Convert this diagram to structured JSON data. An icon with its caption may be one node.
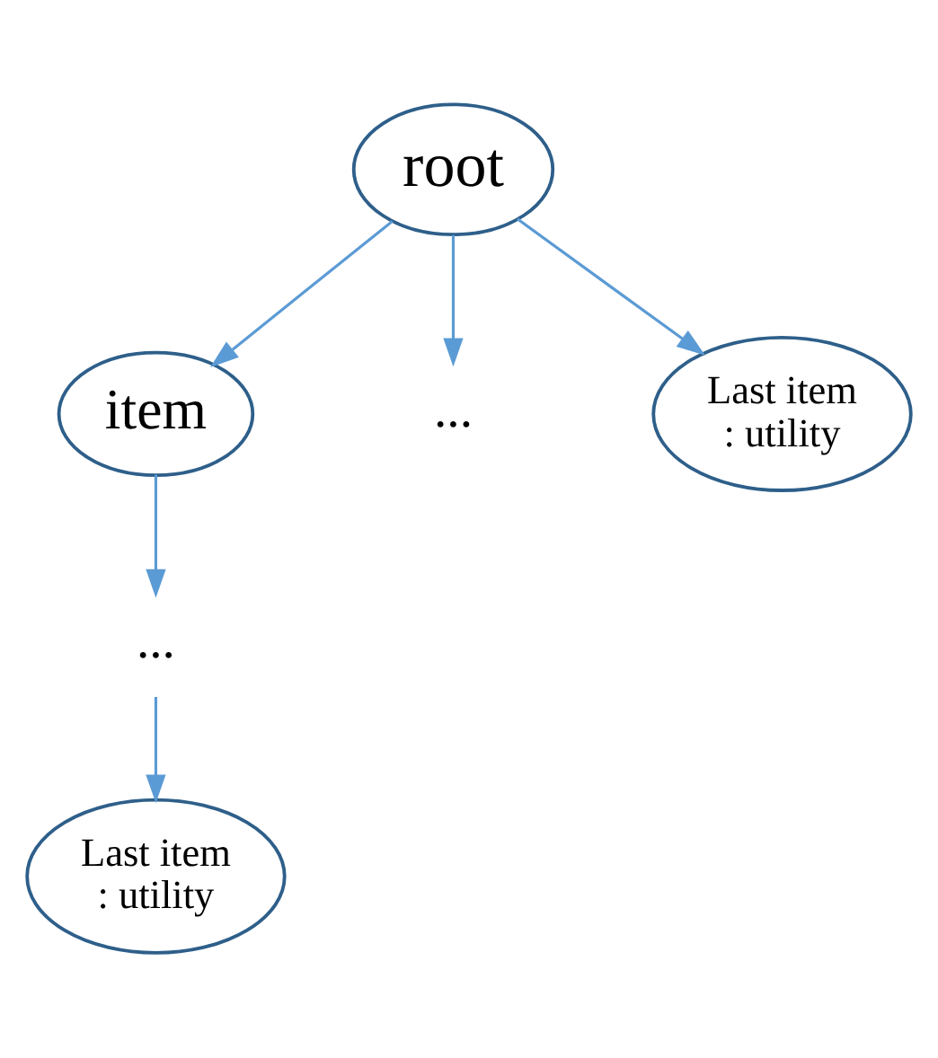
{
  "diagram": {
    "nodes": [
      {
        "text": [
          "root"
        ]
      },
      {
        "text": [
          "item"
        ]
      },
      {
        "text": [
          "..."
        ]
      },
      {
        "text": [
          "Last item : utility"
        ]
      },
      {
        "text": [
          "..."
        ]
      },
      {
        "text": [
          "Last item : utility"
        ]
      }
    ],
    "edges": [
      {
        "from": 0,
        "to": 1,
        "arrow": "to"
      },
      {
        "from": 0,
        "to": 2,
        "arrow": "to"
      },
      {
        "from": 0,
        "to": 3,
        "arrow": "to"
      },
      {
        "from": 1,
        "to": 4,
        "arrow": "to"
      },
      {
        "from": 4,
        "to": 5,
        "arrow": "to"
      }
    ]
  }
}
